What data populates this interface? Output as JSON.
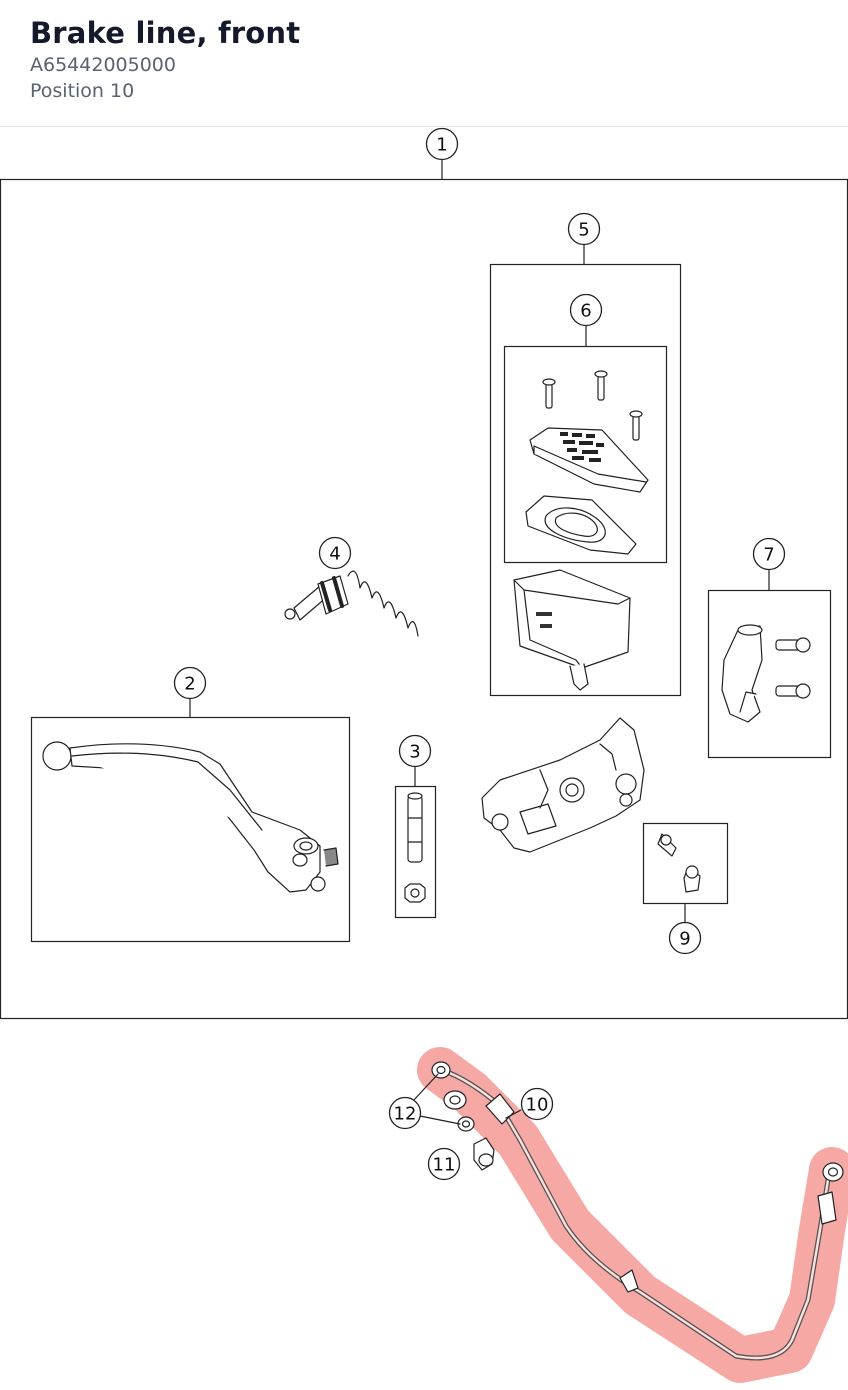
{
  "header": {
    "title": "Brake line, front",
    "part_number": "A65442005000",
    "position": "Position 10"
  },
  "diagram": {
    "highlight_color": "#f5a3a0",
    "callouts": [
      "1",
      "2",
      "3",
      "4",
      "5",
      "6",
      "7",
      "9",
      "10",
      "11",
      "12"
    ],
    "highlighted_part": "10"
  }
}
